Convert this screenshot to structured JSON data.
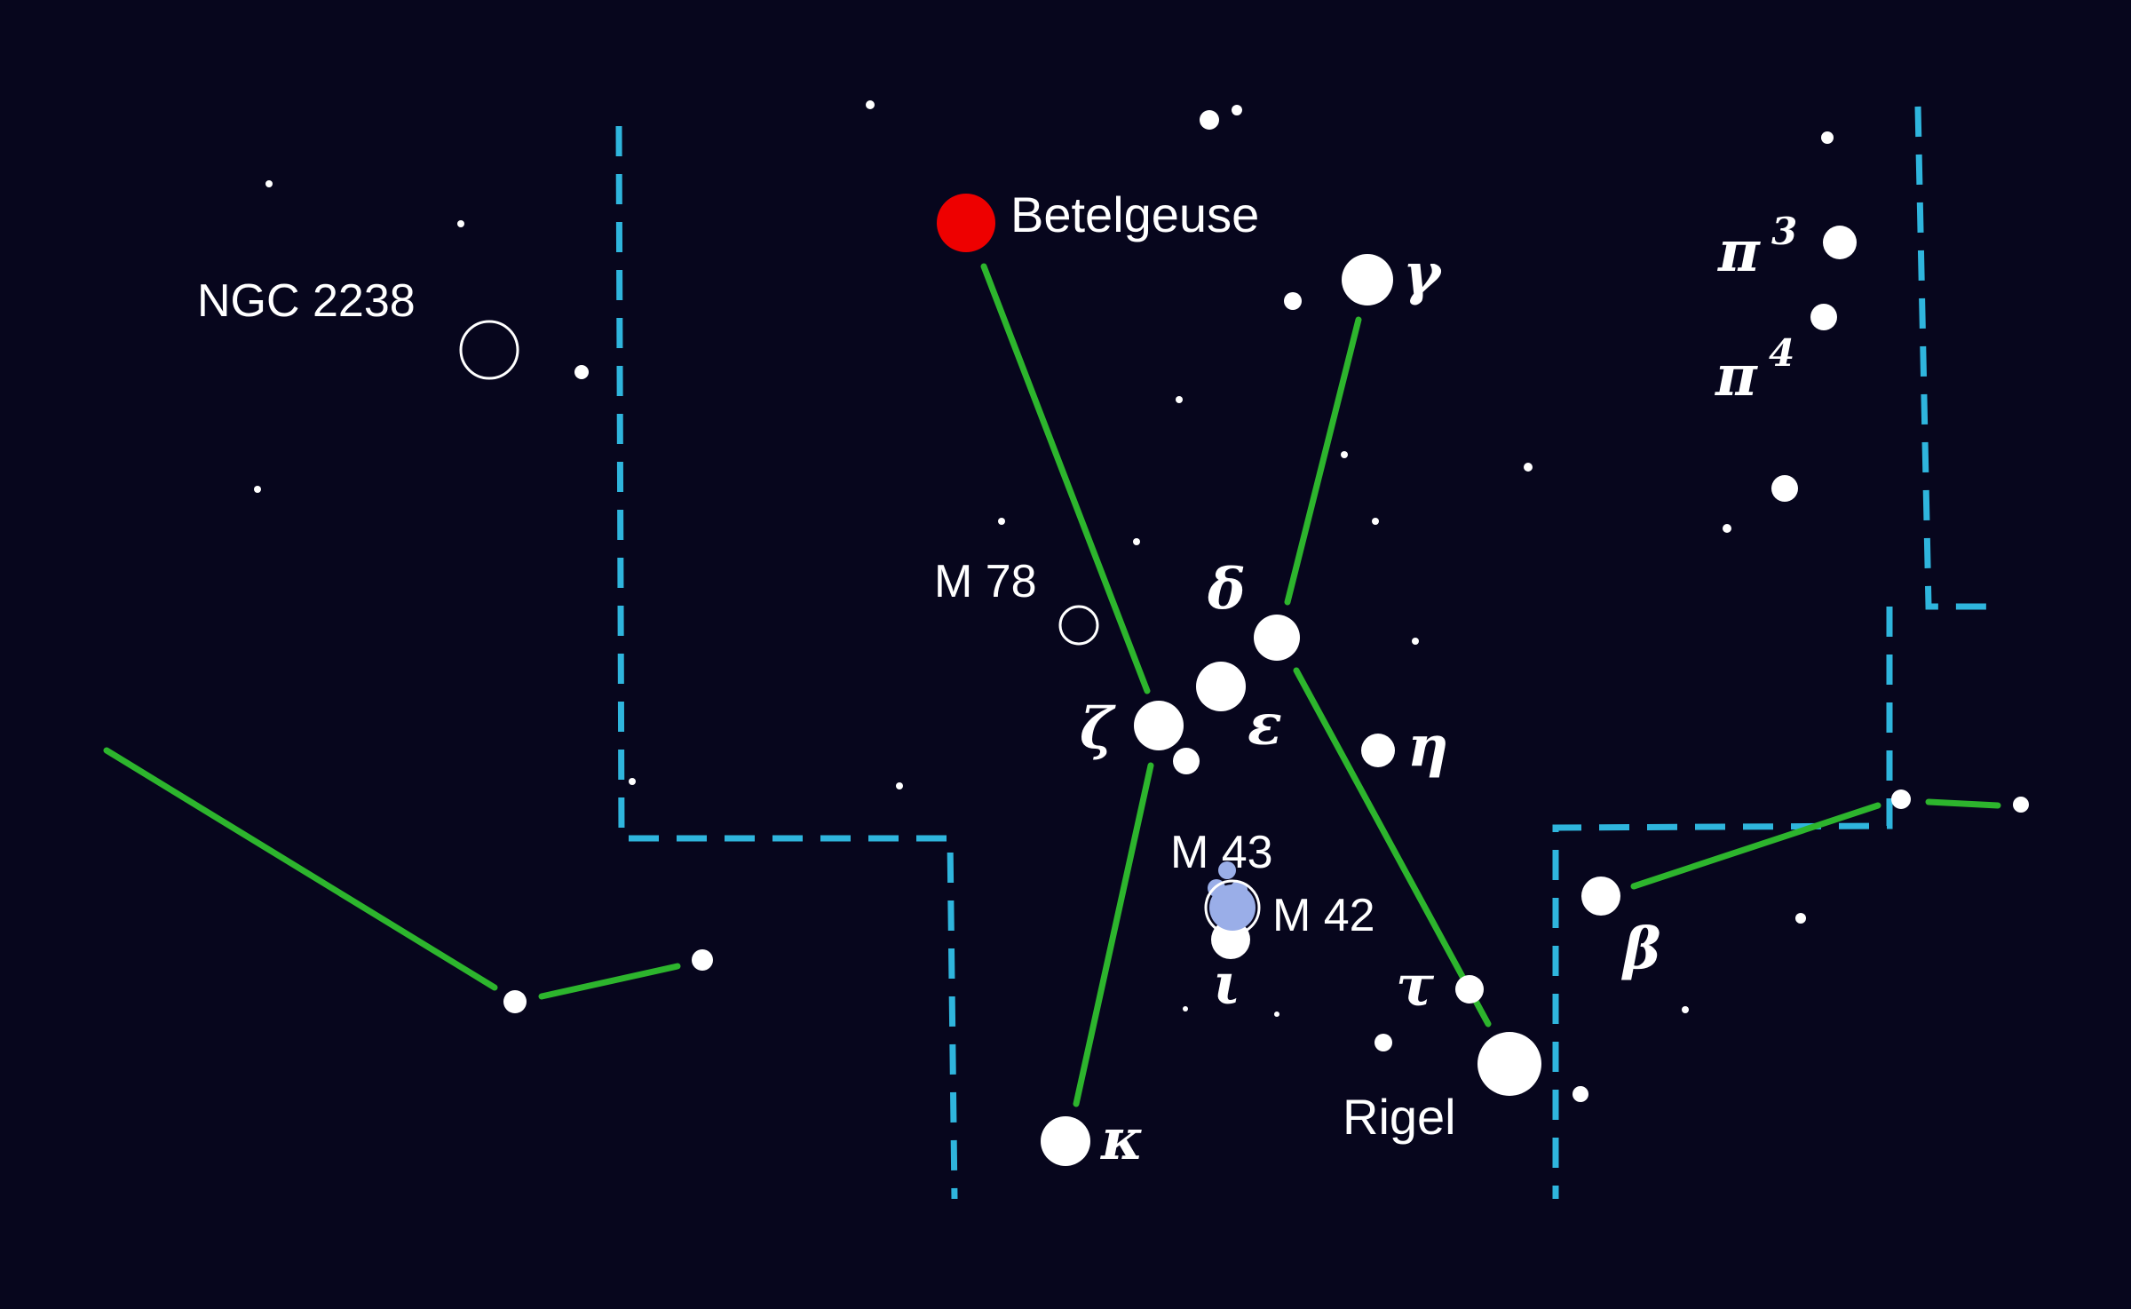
{
  "colors": {
    "background": "#07061d",
    "constellation_line": "#2db52d",
    "boundary": "#2fb5dd",
    "star": "#ffffff",
    "betelgeuse": "#ee0000",
    "nebula": "#9aaee8"
  },
  "labels": {
    "betelgeuse": "Betelgeuse",
    "rigel": "Rigel",
    "ngc2238": "NGC 2238",
    "m78": "M 78",
    "m43": "M 43",
    "m42": "M 42",
    "gamma": "γ",
    "delta": "δ",
    "epsilon": "ε",
    "zeta": "ζ",
    "eta": "η",
    "iota": "ι",
    "tau": "τ",
    "kappa": "κ",
    "beta": "β",
    "pi3": "π",
    "pi3_sup": "3",
    "pi4": "π",
    "pi4_sup": "4"
  }
}
